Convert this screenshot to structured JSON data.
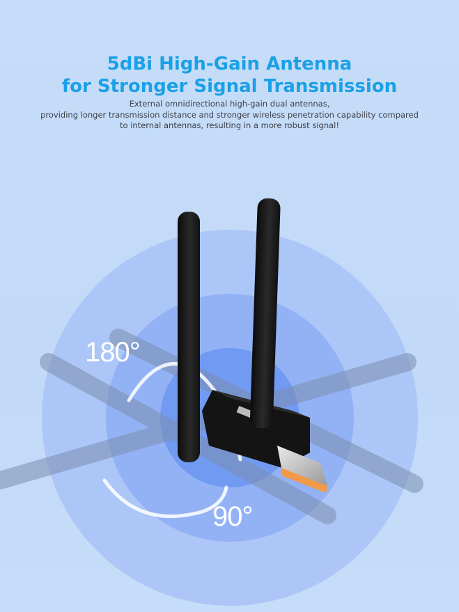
{
  "header": {
    "title_line1": "5dBi High-Gain Antenna",
    "title_line2": "for Stronger Signal Transmission",
    "description_line1": "External omnidirectional high-gain dual antennas,",
    "description_line2": "providing longer transmission distance and stronger wireless penetration capability compared",
    "description_line3": "to internal antennas, resulting in a more robust signal!"
  },
  "illustration": {
    "label_rotation_1": "180°",
    "label_rotation_2": "90°",
    "product": "usb-wifi-adapter-dual-antenna"
  },
  "colors": {
    "title": "#1aa0e6",
    "background": "#c4dcf8",
    "circle_outer": "#a9c3f7",
    "circle_mid": "#8fb0f5",
    "circle_inner": "#6f98f3",
    "antenna": "#1a1a1a",
    "usb_accent": "#f29a4a"
  }
}
